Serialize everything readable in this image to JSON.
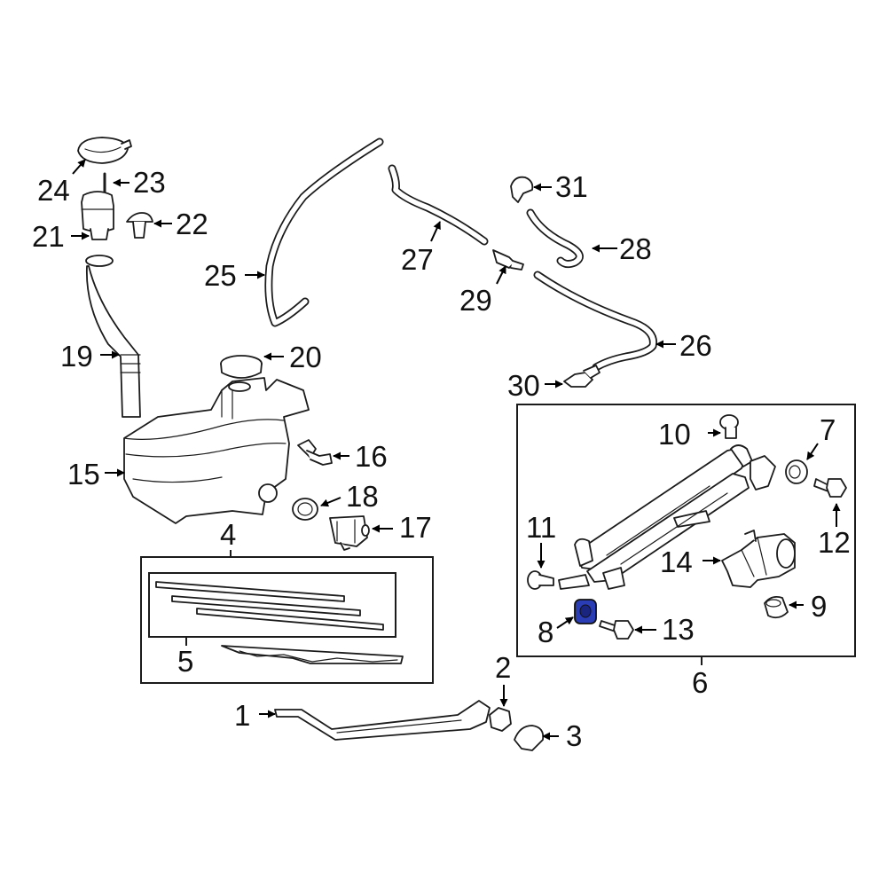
{
  "diagram": {
    "highlight_color": "#2a3db5",
    "line_color": "#1b1b1b",
    "background": "#ffffff",
    "callouts": {
      "c1": "1",
      "c2": "2",
      "c3": "3",
      "c4": "4",
      "c5": "5",
      "c6": "6",
      "c7": "7",
      "c8": "8",
      "c9": "9",
      "c10": "10",
      "c11": "11",
      "c12": "12",
      "c13": "13",
      "c14": "14",
      "c15": "15",
      "c16": "16",
      "c17": "17",
      "c18": "18",
      "c19": "19",
      "c20": "20",
      "c21": "21",
      "c22": "22",
      "c23": "23",
      "c24": "24",
      "c25": "25",
      "c26": "26",
      "c27": "27",
      "c28": "28",
      "c29": "29",
      "c30": "30",
      "c31": "31"
    }
  }
}
